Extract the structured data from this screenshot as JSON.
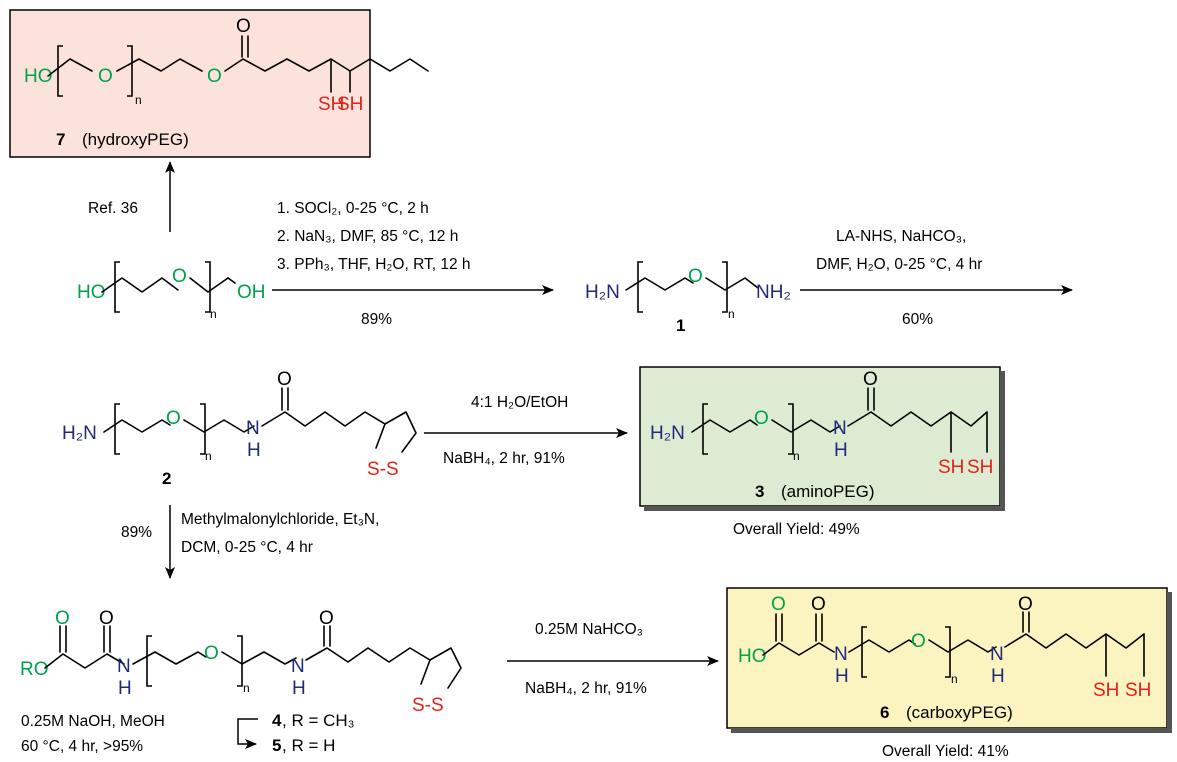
{
  "atoms": {
    "HO": "HO",
    "OH": "OH",
    "O": "O",
    "H2N": "H₂N",
    "NH2": "NH₂",
    "N": "N",
    "H": "H",
    "SH": "SH",
    "S_S": "S-S",
    "RO": "RO",
    "n": "n"
  },
  "compounds": {
    "c7": {
      "number": "7",
      "name": "(hydroxyPEG)",
      "box_color": "#fbe3dc"
    },
    "c1": {
      "number": "1"
    },
    "c2": {
      "number": "2"
    },
    "c3": {
      "number": "3",
      "name": "(aminoPEG)",
      "box_color": "#dcebd2",
      "yield": "Overall Yield: 49%"
    },
    "c4": {
      "number": "4",
      "label": ", R = CH₃"
    },
    "c5": {
      "number": "5",
      "label": ", R = H"
    },
    "c6": {
      "number": "6",
      "name": "(carboxyPEG)",
      "box_color": "#fbf3c0",
      "yield": "Overall Yield: 41%"
    }
  },
  "reactions": {
    "to7": "Ref. 36",
    "to1": {
      "steps": [
        "1. SOCl₂, 0-25 °C, 2 h",
        "2. NaN₃, DMF, 85 °C, 12 h",
        "3. PPh₃, THF, H₂O, RT, 12 h"
      ],
      "yield": "89%"
    },
    "to2": {
      "line1": "LA-NHS, NaHCO₃,",
      "line2": "DMF, H₂O, 0-25 °C, 4 hr",
      "yield": "60%"
    },
    "to3": {
      "line1": "4:1 H₂O/EtOH",
      "line2": "NaBH₄, 2 hr, 91%"
    },
    "to4": {
      "yield": "89%",
      "line1": "Methylmalonylchloride, Et₃N,",
      "line2": "DCM, 0-25 °C, 4 hr"
    },
    "to5": {
      "line1": "0.25M NaOH, MeOH",
      "line2": "60 °C, 4 hr, >95%"
    },
    "to6": {
      "line1": "0.25M NaHCO₃",
      "line2": "NaBH₄, 2 hr, 91%"
    }
  }
}
